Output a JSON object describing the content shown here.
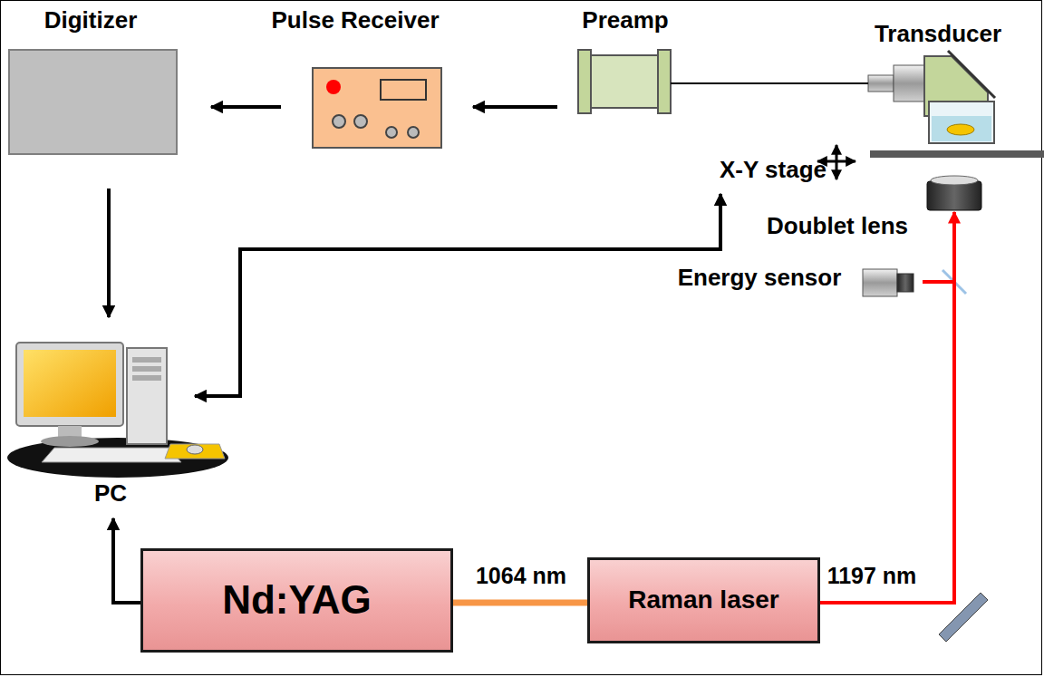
{
  "diagram": {
    "nodes": [
      {
        "text": [
          "Digitizer"
        ]
      },
      {
        "text": [
          "Pulse Receiver"
        ]
      },
      {
        "text": [
          "Preamp"
        ]
      },
      {
        "text": [
          "Transducer"
        ]
      },
      {
        "text": [
          "X-Y stage"
        ]
      },
      {
        "text": [
          "Doublet lens"
        ]
      },
      {
        "text": [
          "Energy sensor"
        ]
      },
      {
        "text": [
          "PC"
        ]
      },
      {
        "text": [
          "Nd:YAG"
        ]
      },
      {
        "text": [
          "Raman laser"
        ]
      }
    ],
    "edges": [
      {
        "from": 1,
        "to": 0,
        "arrow": "to"
      },
      {
        "from": 2,
        "to": 1,
        "arrow": "to"
      },
      {
        "from": 3,
        "to": 2,
        "arrow": "none"
      },
      {
        "from": 0,
        "to": 7,
        "arrow": "to"
      },
      {
        "from": 7,
        "to": 4,
        "arrow": "both"
      },
      {
        "from": 8,
        "to": 7,
        "arrow": "to"
      },
      {
        "from": 8,
        "to": 9,
        "label": "1064 nm",
        "arrow": "none"
      },
      {
        "from": 9,
        "to": 5,
        "label": "1197 nm",
        "arrow": "to"
      },
      {
        "from": 9,
        "to": 6,
        "arrow": "none"
      }
    ]
  }
}
